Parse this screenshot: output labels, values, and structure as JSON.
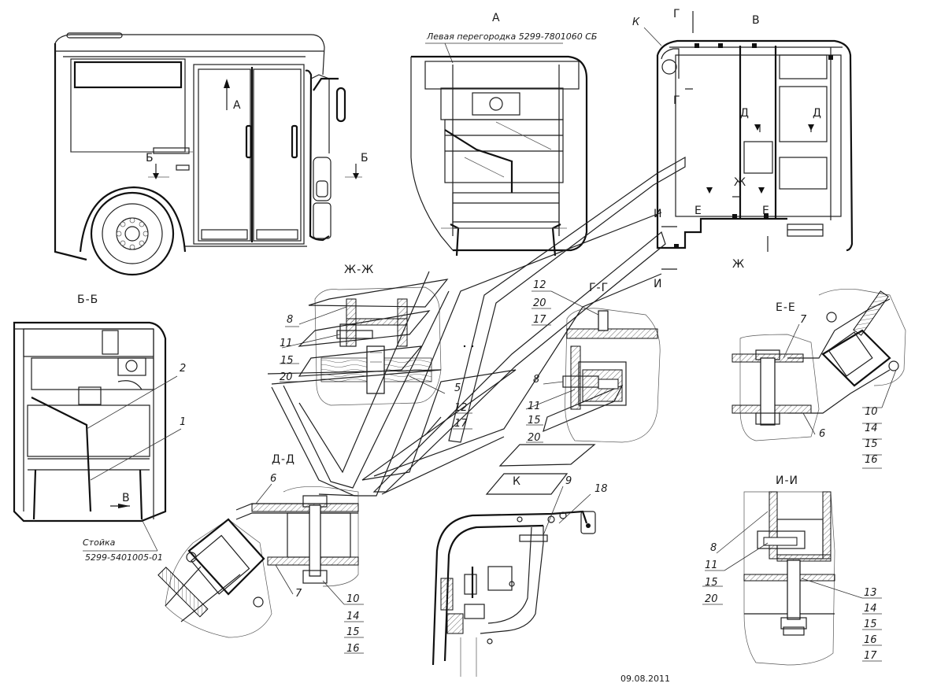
{
  "bus_side_view": {
    "arrow_label_a": "А",
    "section_b_left": "Б",
    "section_b_right": "Б"
  },
  "view_a": {
    "title": "А",
    "note": "Левая перегородка 5299-7801060 СБ"
  },
  "top_right_view": {
    "callout_k": "К",
    "section_g": "Г",
    "view_v": "В",
    "section_g_inner": "Г",
    "section_d_left": "Д",
    "section_d_right": "Д",
    "section_zh": "Ж",
    "section_e_left": "Е",
    "section_e_right": "Е",
    "section_i": "И",
    "section_zh_bottom": "Ж",
    "section_i_bottom": "И"
  },
  "section_bb": {
    "title": "Б-Б",
    "view_arrow_v": "В",
    "part_2": "2",
    "part_1": "1",
    "note_title": "Стойка",
    "note_part_no": "5299-5401005-01"
  },
  "section_zhzh": {
    "title": "Ж-Ж",
    "parts": [
      "8",
      "11",
      "15",
      "20",
      "5",
      "12",
      "17"
    ]
  },
  "section_gg": {
    "title": "Г-Г",
    "parts": [
      "12",
      "20",
      "17",
      "8",
      "11",
      "15",
      "20"
    ]
  },
  "view_k": {
    "title": "К",
    "parts": [
      "9",
      "18"
    ]
  },
  "section_ee": {
    "title": "Е-Е",
    "parts": [
      "7",
      "6",
      "10",
      "14",
      "15",
      "16"
    ]
  },
  "section_dd": {
    "title": "Д-Д",
    "parts": [
      "6",
      "7",
      "10",
      "14",
      "15",
      "16"
    ]
  },
  "section_ii": {
    "title": "И-И",
    "parts": [
      "8",
      "11",
      "15",
      "20",
      "13",
      "14",
      "15",
      "16",
      "17"
    ]
  },
  "date": "09.08.2011"
}
